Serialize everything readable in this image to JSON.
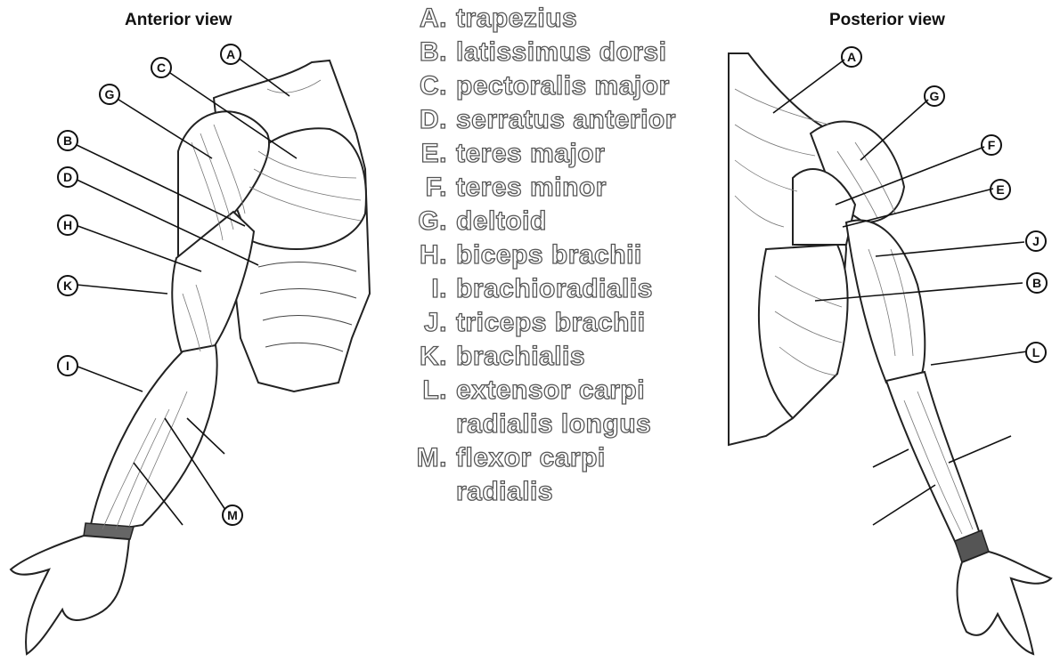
{
  "anterior_view": {
    "title": "Anterior view",
    "callouts": [
      "A",
      "C",
      "G",
      "B",
      "D",
      "H",
      "K",
      "I",
      "M"
    ]
  },
  "posterior_view": {
    "title": "Posterior view",
    "callouts": [
      "A",
      "G",
      "F",
      "E",
      "J",
      "B",
      "L"
    ]
  },
  "legend": [
    {
      "letter": "A.",
      "lines": [
        "trapezius"
      ]
    },
    {
      "letter": "B.",
      "lines": [
        "latissimus dorsi"
      ]
    },
    {
      "letter": "C.",
      "lines": [
        "pectoralis major"
      ]
    },
    {
      "letter": "D.",
      "lines": [
        "serratus anterior"
      ]
    },
    {
      "letter": "E.",
      "lines": [
        "teres major"
      ]
    },
    {
      "letter": "F.",
      "lines": [
        "teres minor"
      ]
    },
    {
      "letter": "G.",
      "lines": [
        "deltoid"
      ]
    },
    {
      "letter": "H.",
      "lines": [
        "biceps brachii"
      ]
    },
    {
      "letter": "I.",
      "lines": [
        "brachioradialis"
      ]
    },
    {
      "letter": "J.",
      "lines": [
        "triceps brachii"
      ]
    },
    {
      "letter": "K.",
      "lines": [
        "brachialis"
      ]
    },
    {
      "letter": "L.",
      "lines": [
        "extensor carpi",
        "radialis longus"
      ]
    },
    {
      "letter": "M.",
      "lines": [
        "flexor carpi",
        "radialis"
      ]
    }
  ]
}
